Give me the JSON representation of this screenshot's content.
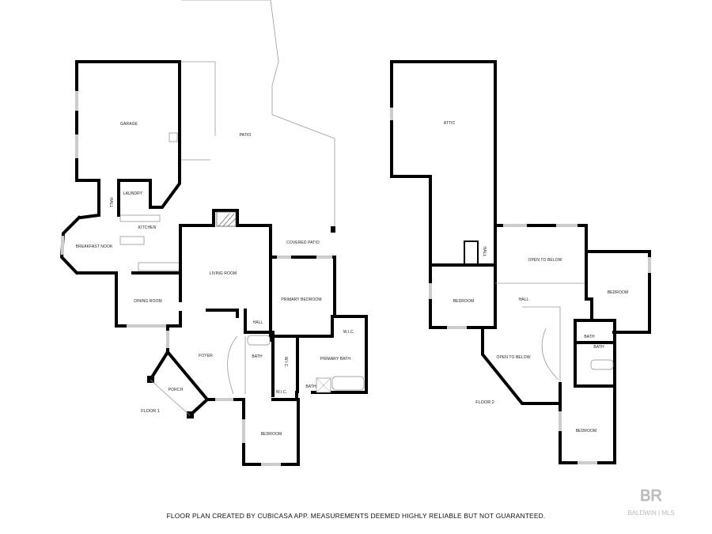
{
  "floor1": {
    "label": "FLOOR 1",
    "rooms": {
      "garage": "GARAGE",
      "patio": "PATIO",
      "hall_small": "HALL",
      "laundry": "LAUNDRY",
      "kitchen": "KITCHEN",
      "breakfast_nook": "BREAKFAST NOOK",
      "living_room": "LIVING ROOM",
      "covered_patio": "COVERED PATIO",
      "primary_bedroom": "PRIMARY BEDROOM",
      "dining_room": "DINING ROOM",
      "hall": "HALL",
      "foyer": "FOYER",
      "bath": "BATH",
      "wic_1": "W.I.C.",
      "primary_bath": "PRIMARY BATH",
      "wic_2": "W.I.C.",
      "bath_small": "BATH",
      "wic_3": "W.I.C.",
      "porch": "PORCH",
      "bedroom": "BEDROOM"
    }
  },
  "floor2": {
    "label": "FLOOR 2",
    "rooms": {
      "attic": "ATTIC",
      "hall_small": "HALL",
      "open_to_below_1": "OPEN TO BELOW",
      "bedroom_east": "BEDROOM",
      "bedroom_west": "BEDROOM",
      "hall": "HALL",
      "open_to_below_2": "OPEN TO BELOW",
      "bath_1": "BATH",
      "bath_2": "BATH",
      "bedroom_south": "BEDROOM"
    }
  },
  "footer": {
    "disclaimer": "FLOOR PLAN CREATED BY CUBICASA APP. MEASUREMENTS DEEMED HIGHLY RELIABLE BUT NOT GUARANTEED."
  },
  "logo": {
    "mark": "BR",
    "text": "BALDWIN | MLS"
  },
  "colors": {
    "wall": "#000000",
    "window": "#cccccc",
    "logo": "#bbbbbb"
  }
}
